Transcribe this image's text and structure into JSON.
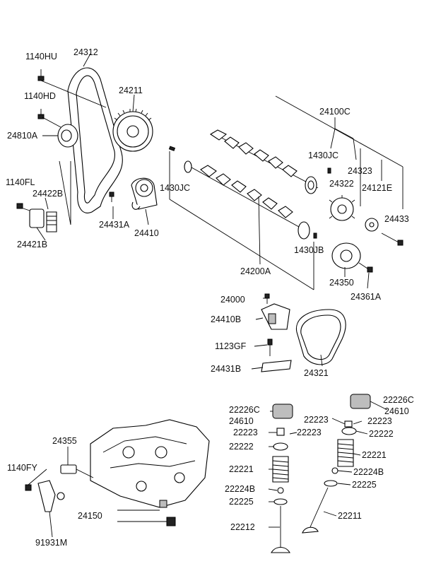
{
  "colors": {
    "line": "#000000",
    "background": "#ffffff",
    "text": "#111111"
  },
  "labels": [
    {
      "id": "l1140hu",
      "text": "1140HU"
    },
    {
      "id": "l24312",
      "text": "24312"
    },
    {
      "id": "l1140hd",
      "text": "1140HD"
    },
    {
      "id": "l24211",
      "text": "24211"
    },
    {
      "id": "l24810a",
      "text": "24810A"
    },
    {
      "id": "l24100c",
      "text": "24100C"
    },
    {
      "id": "l1430jc_a",
      "text": "1430JC"
    },
    {
      "id": "l24323",
      "text": "24323"
    },
    {
      "id": "l1140fl",
      "text": "1140FL"
    },
    {
      "id": "l24422b",
      "text": "24422B"
    },
    {
      "id": "l1430jc_b",
      "text": "1430JC"
    },
    {
      "id": "l24322",
      "text": "24322"
    },
    {
      "id": "l24121e",
      "text": "24121E"
    },
    {
      "id": "l24431a",
      "text": "24431A"
    },
    {
      "id": "l24410",
      "text": "24410"
    },
    {
      "id": "l24433",
      "text": "24433"
    },
    {
      "id": "l24421b",
      "text": "24421B"
    },
    {
      "id": "l1430jb",
      "text": "1430JB"
    },
    {
      "id": "l24200a",
      "text": "24200A"
    },
    {
      "id": "l24350",
      "text": "24350"
    },
    {
      "id": "l24000",
      "text": "24000"
    },
    {
      "id": "l24361a",
      "text": "24361A"
    },
    {
      "id": "l24410b",
      "text": "24410B"
    },
    {
      "id": "l1123gf",
      "text": "1123GF"
    },
    {
      "id": "l24431b",
      "text": "24431B"
    },
    {
      "id": "l24321",
      "text": "24321"
    },
    {
      "id": "l22226c_r",
      "text": "22226C"
    },
    {
      "id": "l24610_r",
      "text": "24610"
    },
    {
      "id": "l22226c_l",
      "text": "22226C"
    },
    {
      "id": "l22223_mid",
      "text": "22223"
    },
    {
      "id": "l22223_r",
      "text": "22223"
    },
    {
      "id": "l24610_l",
      "text": "24610"
    },
    {
      "id": "l22222_r",
      "text": "22222"
    },
    {
      "id": "l22223_l",
      "text": "22223"
    },
    {
      "id": "l22223_l2",
      "text": "22223"
    },
    {
      "id": "l24355",
      "text": "24355"
    },
    {
      "id": "l22222_l",
      "text": "22222"
    },
    {
      "id": "l22221_r",
      "text": "22221"
    },
    {
      "id": "l1140fy",
      "text": "1140FY"
    },
    {
      "id": "l22221_l",
      "text": "22221"
    },
    {
      "id": "l22224b_r",
      "text": "22224B"
    },
    {
      "id": "l22225_r",
      "text": "22225"
    },
    {
      "id": "l22224b_l",
      "text": "22224B"
    },
    {
      "id": "l22225_l",
      "text": "22225"
    },
    {
      "id": "l24150",
      "text": "24150"
    },
    {
      "id": "l22211",
      "text": "22211"
    },
    {
      "id": "l22212",
      "text": "22212"
    },
    {
      "id": "l91931m",
      "text": "91931M"
    }
  ]
}
